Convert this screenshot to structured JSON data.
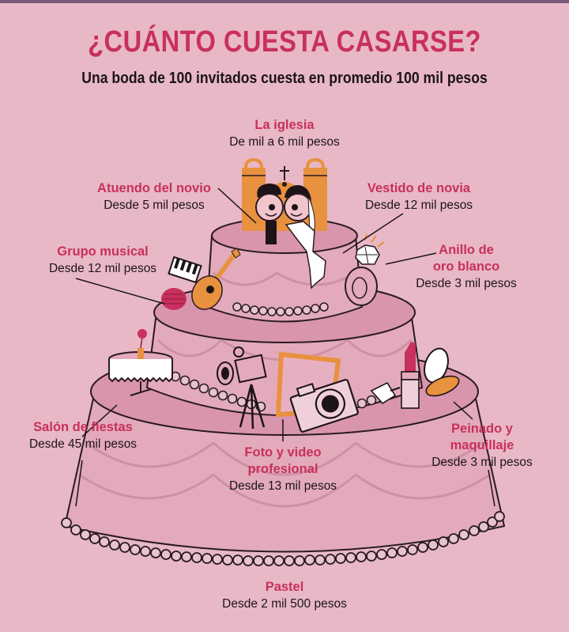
{
  "title": "¿CUÁNTO CUESTA CASARSE?",
  "subtitle": "Una boda de 100 invitados cuesta en promedio 100 mil pesos",
  "colors": {
    "background": "#e8b8c6",
    "heading": "#c8305e",
    "text": "#1c1418",
    "cake_fill": "#e3a9bb",
    "cake_top": "#d995ad",
    "accent_orange": "#e8913f"
  },
  "items": [
    {
      "id": "iglesia",
      "name": "La iglesia",
      "cost": "De mil a 6 mil pesos",
      "icon": "church-icon"
    },
    {
      "id": "novio",
      "name": "Atuendo del novio",
      "cost": "Desde 5 mil pesos",
      "icon": "groom-icon"
    },
    {
      "id": "vestido",
      "name": "Vestido de novia",
      "cost": "Desde 12 mil pesos",
      "icon": "bride-dress-icon"
    },
    {
      "id": "musical",
      "name": "Grupo musical",
      "cost": "Desde 12 mil pesos",
      "icon": "guitar-icon"
    },
    {
      "id": "anillo",
      "name": "Anillo de oro blanco",
      "name_lines": [
        "Anillo de",
        "oro blanco"
      ],
      "cost": "Desde 3 mil pesos",
      "icon": "ring-icon"
    },
    {
      "id": "salon",
      "name": "Salón de fiestas",
      "cost": "Desde 45 mil pesos",
      "icon": "table-icon"
    },
    {
      "id": "foto",
      "name": "Foto y video profesional",
      "name_lines": [
        "Foto y video",
        "profesional"
      ],
      "cost": "Desde 13 mil pesos",
      "icon": "camera-icon"
    },
    {
      "id": "peinado",
      "name": "Peinado y maquillaje",
      "name_lines": [
        "Peinado y",
        "maquillaje"
      ],
      "cost": "Desde 3 mil pesos",
      "icon": "makeup-icon"
    },
    {
      "id": "pastel",
      "name": "Pastel",
      "cost": "Desde 2 mil 500 pesos",
      "icon": "cake-icon"
    }
  ]
}
